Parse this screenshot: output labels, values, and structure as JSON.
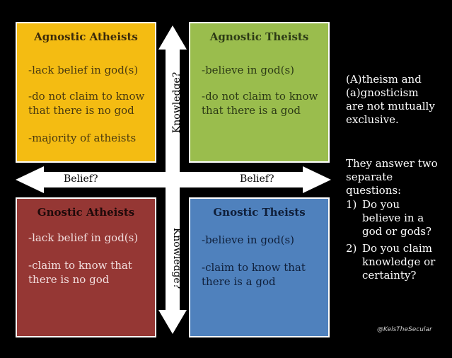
{
  "quadrants": {
    "top_left": {
      "title": "Agnostic Atheists",
      "lines": [
        "-lack belief in god(s)",
        "-do not claim to know\nthat there is no god",
        "-majority of atheists"
      ],
      "color": "#f4bc12"
    },
    "top_right": {
      "title": "Agnostic Theists",
      "lines": [
        "-believe in god(s)",
        "-do not claim to know\nthat there is a god"
      ],
      "color": "#9abd4d"
    },
    "bottom_left": {
      "title": "Gnostic Atheists",
      "lines": [
        "-lack belief in god(s)",
        "-claim to know that\nthere is no god"
      ],
      "color": "#953734"
    },
    "bottom_right": {
      "title": "Gnostic Theists",
      "lines": [
        "-believe in god(s)",
        "-claim to know that\nthere is a god"
      ],
      "color": "#4f81bd"
    }
  },
  "axes": {
    "belief_left": "Belief?",
    "belief_right": "Belief?",
    "knowledge_top": "Knowledge?",
    "knowledge_bottom": "Knowledge?"
  },
  "side_text": {
    "intro": "(A)theism and\n(a)gnosticism\nare not mutually\nexclusive.",
    "lead": "They answer two\nseparate\nquestions:",
    "questions": [
      {
        "num": "1)",
        "text": "Do you\nbelieve in a\ngod or gods?"
      },
      {
        "num": "2)",
        "text": "Do you claim\nknowledge or\ncertainty?"
      }
    ]
  },
  "credit": "@KelsTheSecular"
}
